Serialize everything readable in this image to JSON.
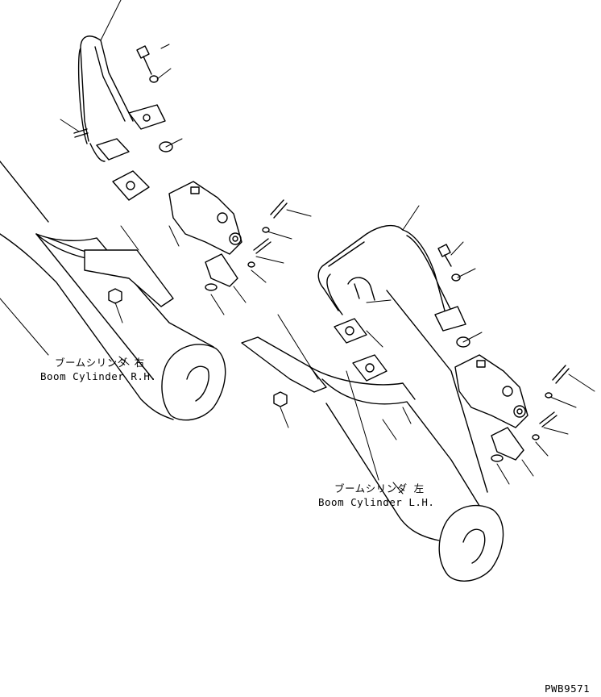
{
  "labels": {
    "right_cylinder_jp": "ブームシリンダ 右",
    "right_cylinder_en": "Boom Cylinder R.H.",
    "left_cylinder_jp": "ブームシリンダ 左",
    "left_cylinder_en": "Boom Cylinder L.H.",
    "drawing_number": "PWB9571"
  }
}
